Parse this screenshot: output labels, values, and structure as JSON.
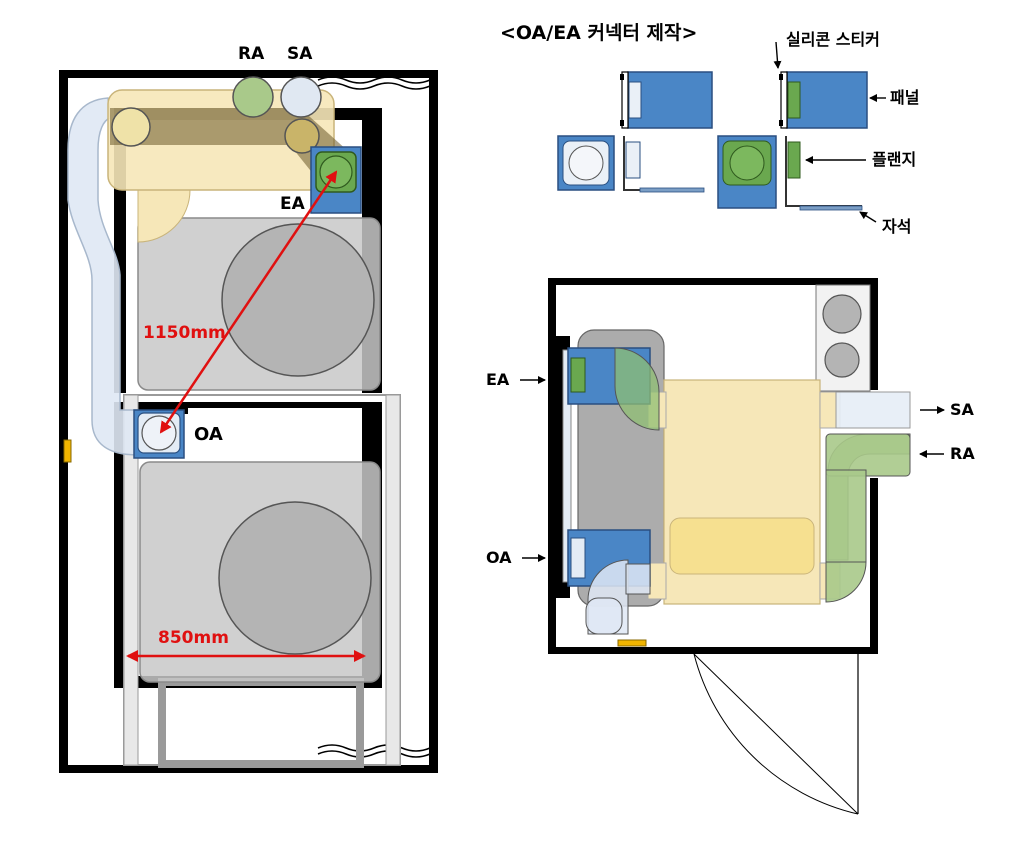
{
  "colors": {
    "wall": "#000000",
    "unit_gray": "#c8c8c8",
    "fan_gray": "#b4b4b4",
    "duct_cream": "#f6e7b8",
    "duct_brown": "#6b5a2a",
    "duct_blue_light": "#dfe8f4",
    "panel_blue": "#4a86c6",
    "flange_green": "#6aa84f",
    "duct_green": "#a9c98a",
    "dimension_red": "#e01010",
    "hinge_yellow": "#f0b400"
  },
  "left_plan": {
    "labels": {
      "ra": "RA",
      "sa": "SA",
      "ea": "EA",
      "oa": "OA"
    },
    "dimensions": {
      "diagonal": "1150mm",
      "width": "850mm"
    }
  },
  "connector_detail": {
    "title": "<OA/EA 커넥터 제작>",
    "callouts": {
      "silicone_sticker": "실리콘 스티커",
      "panel": "패널",
      "flange": "플랜지",
      "magnet": "자석"
    }
  },
  "right_plan": {
    "labels": {
      "ea": "EA",
      "oa": "OA",
      "sa": "SA",
      "ra": "RA"
    }
  }
}
